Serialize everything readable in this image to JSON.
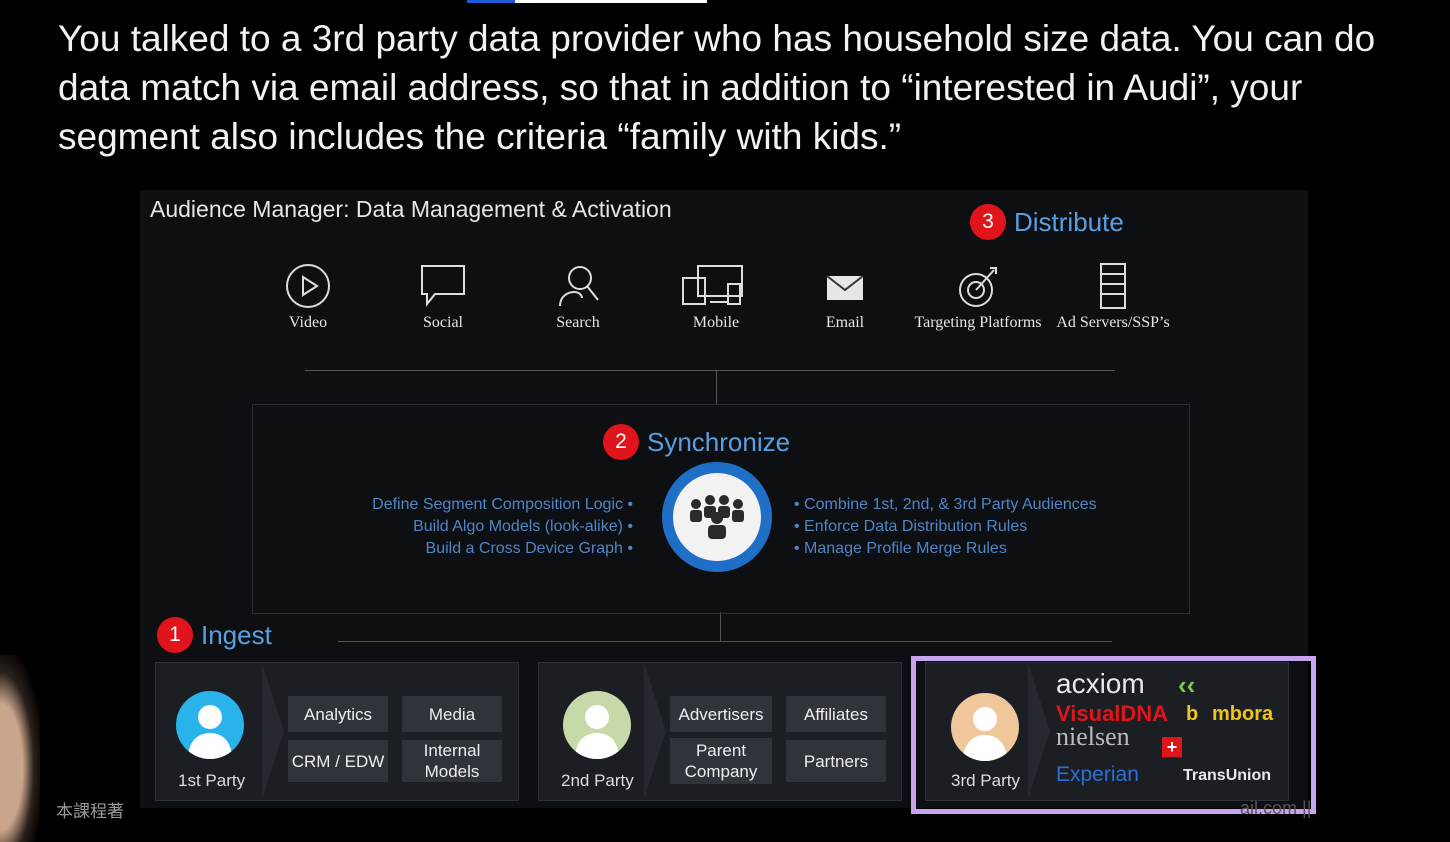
{
  "headline": "You talked to a 3rd party data provider who has household size data. You can do data match via email address, so that in addition to “interested in Audi”, your segment also includes the criteria “family with kids.”",
  "slide": {
    "title": "Audience Manager: Data Management & Activation",
    "steps": {
      "distribute": {
        "num": "3",
        "label": "Distribute"
      },
      "synchronize": {
        "num": "2",
        "label": "Synchronize"
      },
      "ingest": {
        "num": "1",
        "label": "Ingest"
      }
    },
    "channels": [
      {
        "label": "Video",
        "icon": "video-play-icon"
      },
      {
        "label": "Social",
        "icon": "speech-bubble-icon"
      },
      {
        "label": "Search",
        "icon": "search-person-icon"
      },
      {
        "label": "Mobile",
        "icon": "devices-icon"
      },
      {
        "label": "Email",
        "icon": "envelope-icon"
      },
      {
        "label": "Targeting Platforms",
        "icon": "target-icon"
      },
      {
        "label": "Ad Servers/SSP’s",
        "icon": "server-icon"
      }
    ],
    "sync_left": [
      "Define Segment Composition Logic •",
      "Build Algo Models (look-alike) •",
      "Build a Cross Device Graph •"
    ],
    "sync_right": [
      "• Combine 1st, 2nd, & 3rd Party Audiences",
      "• Enforce Data Distribution Rules",
      "• Manage Profile Merge Rules"
    ],
    "parties": {
      "first": {
        "label": "1st Party",
        "chips": [
          "Analytics",
          "Media",
          "CRM / EDW",
          "Internal Models"
        ]
      },
      "second": {
        "label": "2nd Party",
        "chips": [
          "Advertisers",
          "Affiliates",
          "Parent Company",
          "Partners"
        ]
      },
      "third": {
        "label": "3rd Party",
        "brands": [
          "acxiom",
          "VisualDNA",
          "b",
          "mbora",
          "nielsen",
          "Experian",
          "TransUnion"
        ]
      }
    },
    "colors": {
      "step_red": "#e0151b",
      "step_blue": "#5aa0e0",
      "highlight": "#c8a4f0"
    }
  },
  "footer": {
    "left": "本課程著",
    "right": "ail.com ||"
  }
}
